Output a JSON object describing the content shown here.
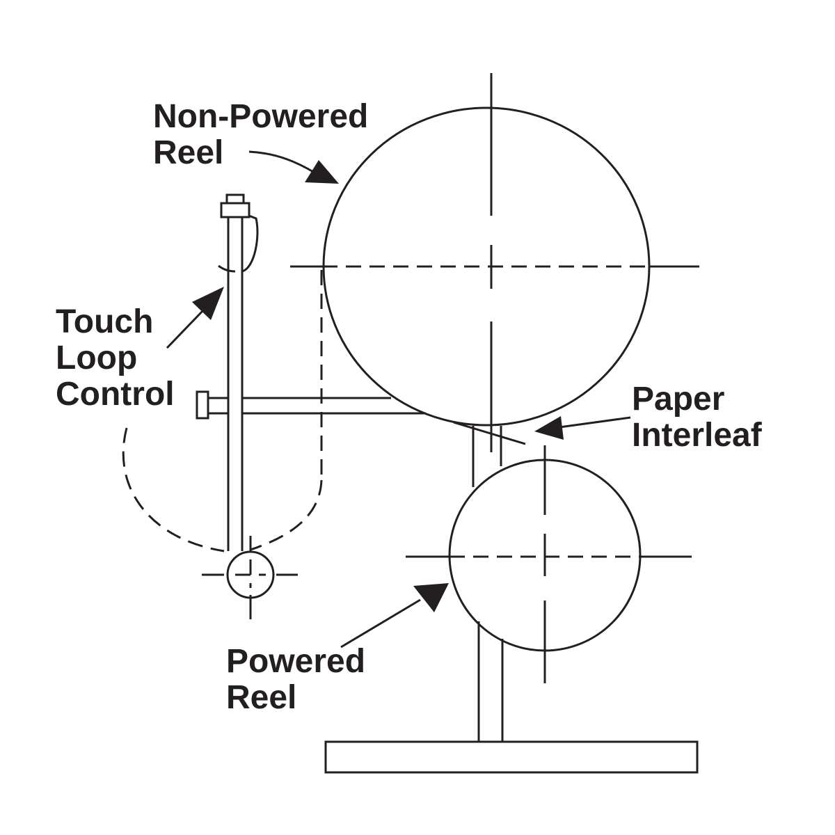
{
  "labels": {
    "non_powered_reel": [
      "Non-Powered",
      "Reel"
    ],
    "touch_loop_control": [
      "Touch",
      "Loop",
      "Control"
    ],
    "paper_interleaf": [
      "Paper",
      "Interleaf"
    ],
    "powered_reel": [
      "Powered",
      "Reel"
    ]
  },
  "colors": {
    "ink": "#231f20",
    "background": "#ffffff"
  }
}
